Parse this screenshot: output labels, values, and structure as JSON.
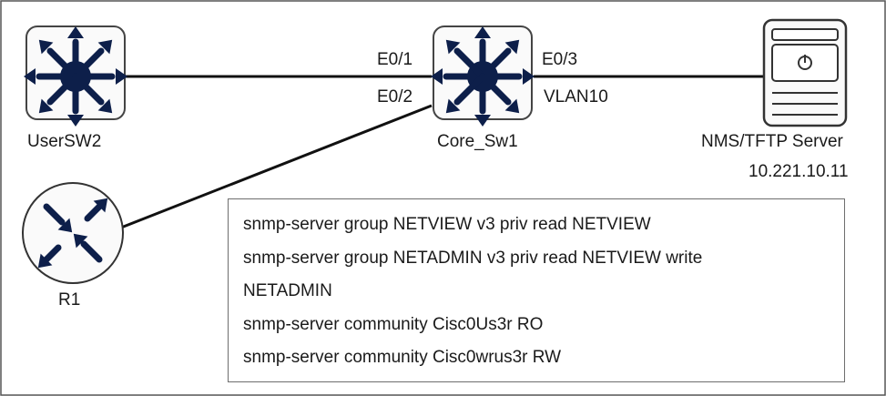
{
  "devices": {
    "usersw2": {
      "label": "UserSW2",
      "icon": "multilayer-switch-icon"
    },
    "core_sw1": {
      "label": "Core_Sw1",
      "icon": "multilayer-switch-icon"
    },
    "nms_server": {
      "label": "NMS/TFTP Server",
      "ip": "10.221.10.11",
      "icon": "server-icon"
    },
    "r1": {
      "label": "R1",
      "icon": "router-icon"
    }
  },
  "interfaces": {
    "e0_1": "E0/1",
    "e0_2": "E0/2",
    "e0_3": "E0/3",
    "vlan10": "VLAN10"
  },
  "config": {
    "lines": [
      "snmp-server group NETVIEW v3 priv read NETVIEW",
      "snmp-server group NETADMIN v3 priv read NETVIEW write",
      "NETADMIN",
      "snmp-server community Cisc0Us3r RO",
      "snmp-server community Cisc0wrus3r RW"
    ]
  },
  "colors": {
    "icon_fill": "#0d1f4a",
    "icon_stroke": "#333333",
    "line": "#111111"
  }
}
